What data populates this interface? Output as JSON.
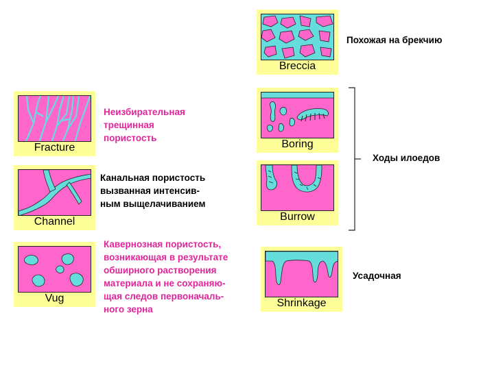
{
  "colors": {
    "rock": "#ff66cc",
    "pore": "#66dddd",
    "card": "#ffff99",
    "accent_text": "#e0249a"
  },
  "cards": {
    "fracture": "Fracture",
    "channel": "Channel",
    "vug": "Vug",
    "breccia": "Breccia",
    "boring": "Boring",
    "burrow": "Burrow",
    "shrinkage": "Shrinkage"
  },
  "descriptions": {
    "fracture": "Неизбирательная\nтрещинная\nпористость",
    "channel": "Канальная пористость\nвызванная интенсив-\nным выщелачиванием",
    "vug": "Кавернозная пористость,\nвозникающая в результате\nобширного растворения\nматериала и не сохраняю-\nщая следов первоначаль-\nного зерна",
    "breccia": "Похожая на брекчию",
    "burrow_group": "Ходы илоедов",
    "shrinkage": "Усадочная"
  }
}
